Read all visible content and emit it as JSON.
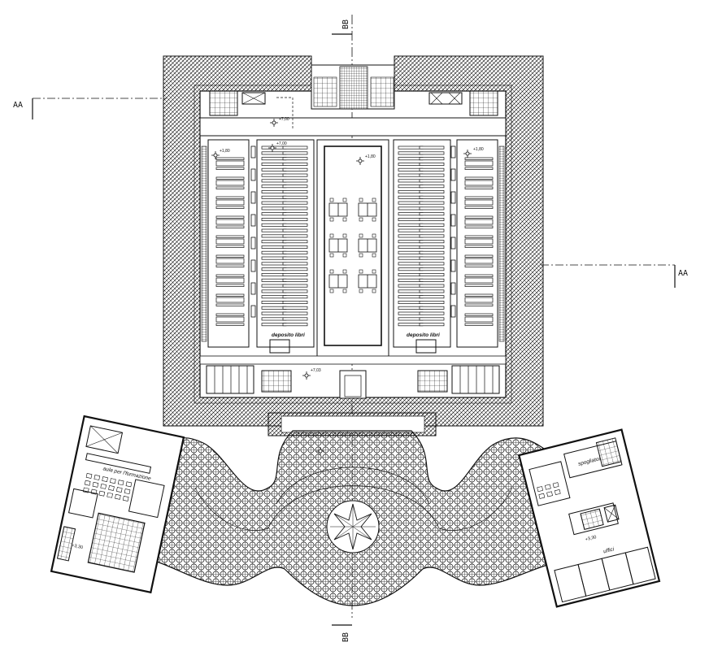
{
  "drawing": {
    "section_markers": {
      "aa_left": "AA",
      "aa_right": "AA",
      "bb_top": "BB",
      "bb_bottom": "BB"
    },
    "room_labels": {
      "book_store_left": "deposito libri",
      "book_store_right": "deposito libri",
      "training_room": "aula per l'formazione",
      "dressing_room": "spogliatoi",
      "offices": "uffici"
    },
    "elevations": {
      "upper_corridor": "+7,00",
      "upper_corridor_2": "+7,00",
      "central_hall": "+1,80",
      "left_reading": "+1,80",
      "right_reading": "+1,80",
      "lower_hall": "+7,03",
      "left_wing": "+3,30",
      "right_wing": "+3,30"
    },
    "colors": {
      "ink": "#111111",
      "background": "#ffffff"
    }
  }
}
